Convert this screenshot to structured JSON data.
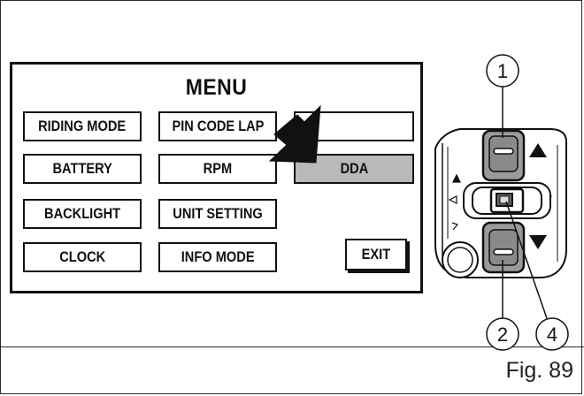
{
  "menu": {
    "title": "MENU",
    "buttons": [
      {
        "label": "RIDING MODE"
      },
      {
        "label": "PIN CODE LAP"
      },
      {
        "label": ""
      },
      {
        "label": "BATTERY"
      },
      {
        "label": "RPM"
      },
      {
        "label": "DDA",
        "selected": true
      },
      {
        "label": "BACKLIGHT"
      },
      {
        "label": "UNIT SETTING"
      },
      {
        "label": "CLOCK"
      },
      {
        "label": "INFO MODE"
      },
      {
        "label": "EXIT"
      }
    ]
  },
  "callouts": [
    "1",
    "2",
    "4"
  ],
  "figure": {
    "label": "Fig. 89"
  },
  "colors": {
    "line": "#111111",
    "selected_fill": "#b9b9b9",
    "switch_grey": "#9a9a9a"
  }
}
